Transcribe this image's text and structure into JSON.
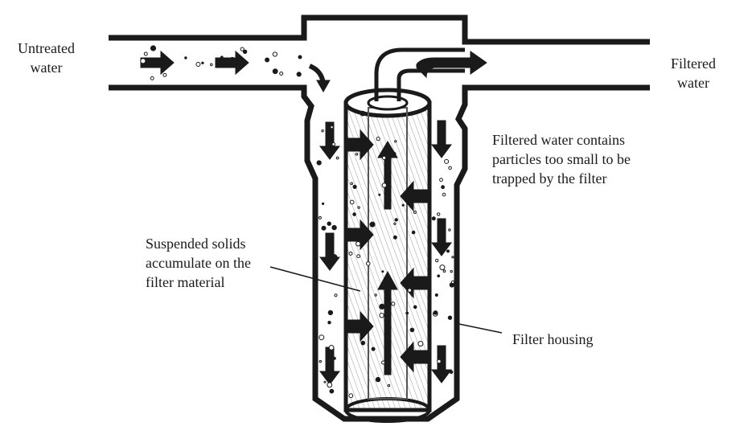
{
  "labels": {
    "untreated": [
      "Untreated",
      "water"
    ],
    "filtered": [
      "Filtered",
      "water"
    ],
    "filtered_note": [
      "Filtered water contains",
      "particles too small to be",
      "trapped by the filter"
    ],
    "suspended": [
      "Suspended solids",
      "accumulate on the",
      "filter material"
    ],
    "housing": "Filter housing"
  },
  "colors": {
    "ink": "#1a1a1a",
    "background": "#ffffff"
  }
}
